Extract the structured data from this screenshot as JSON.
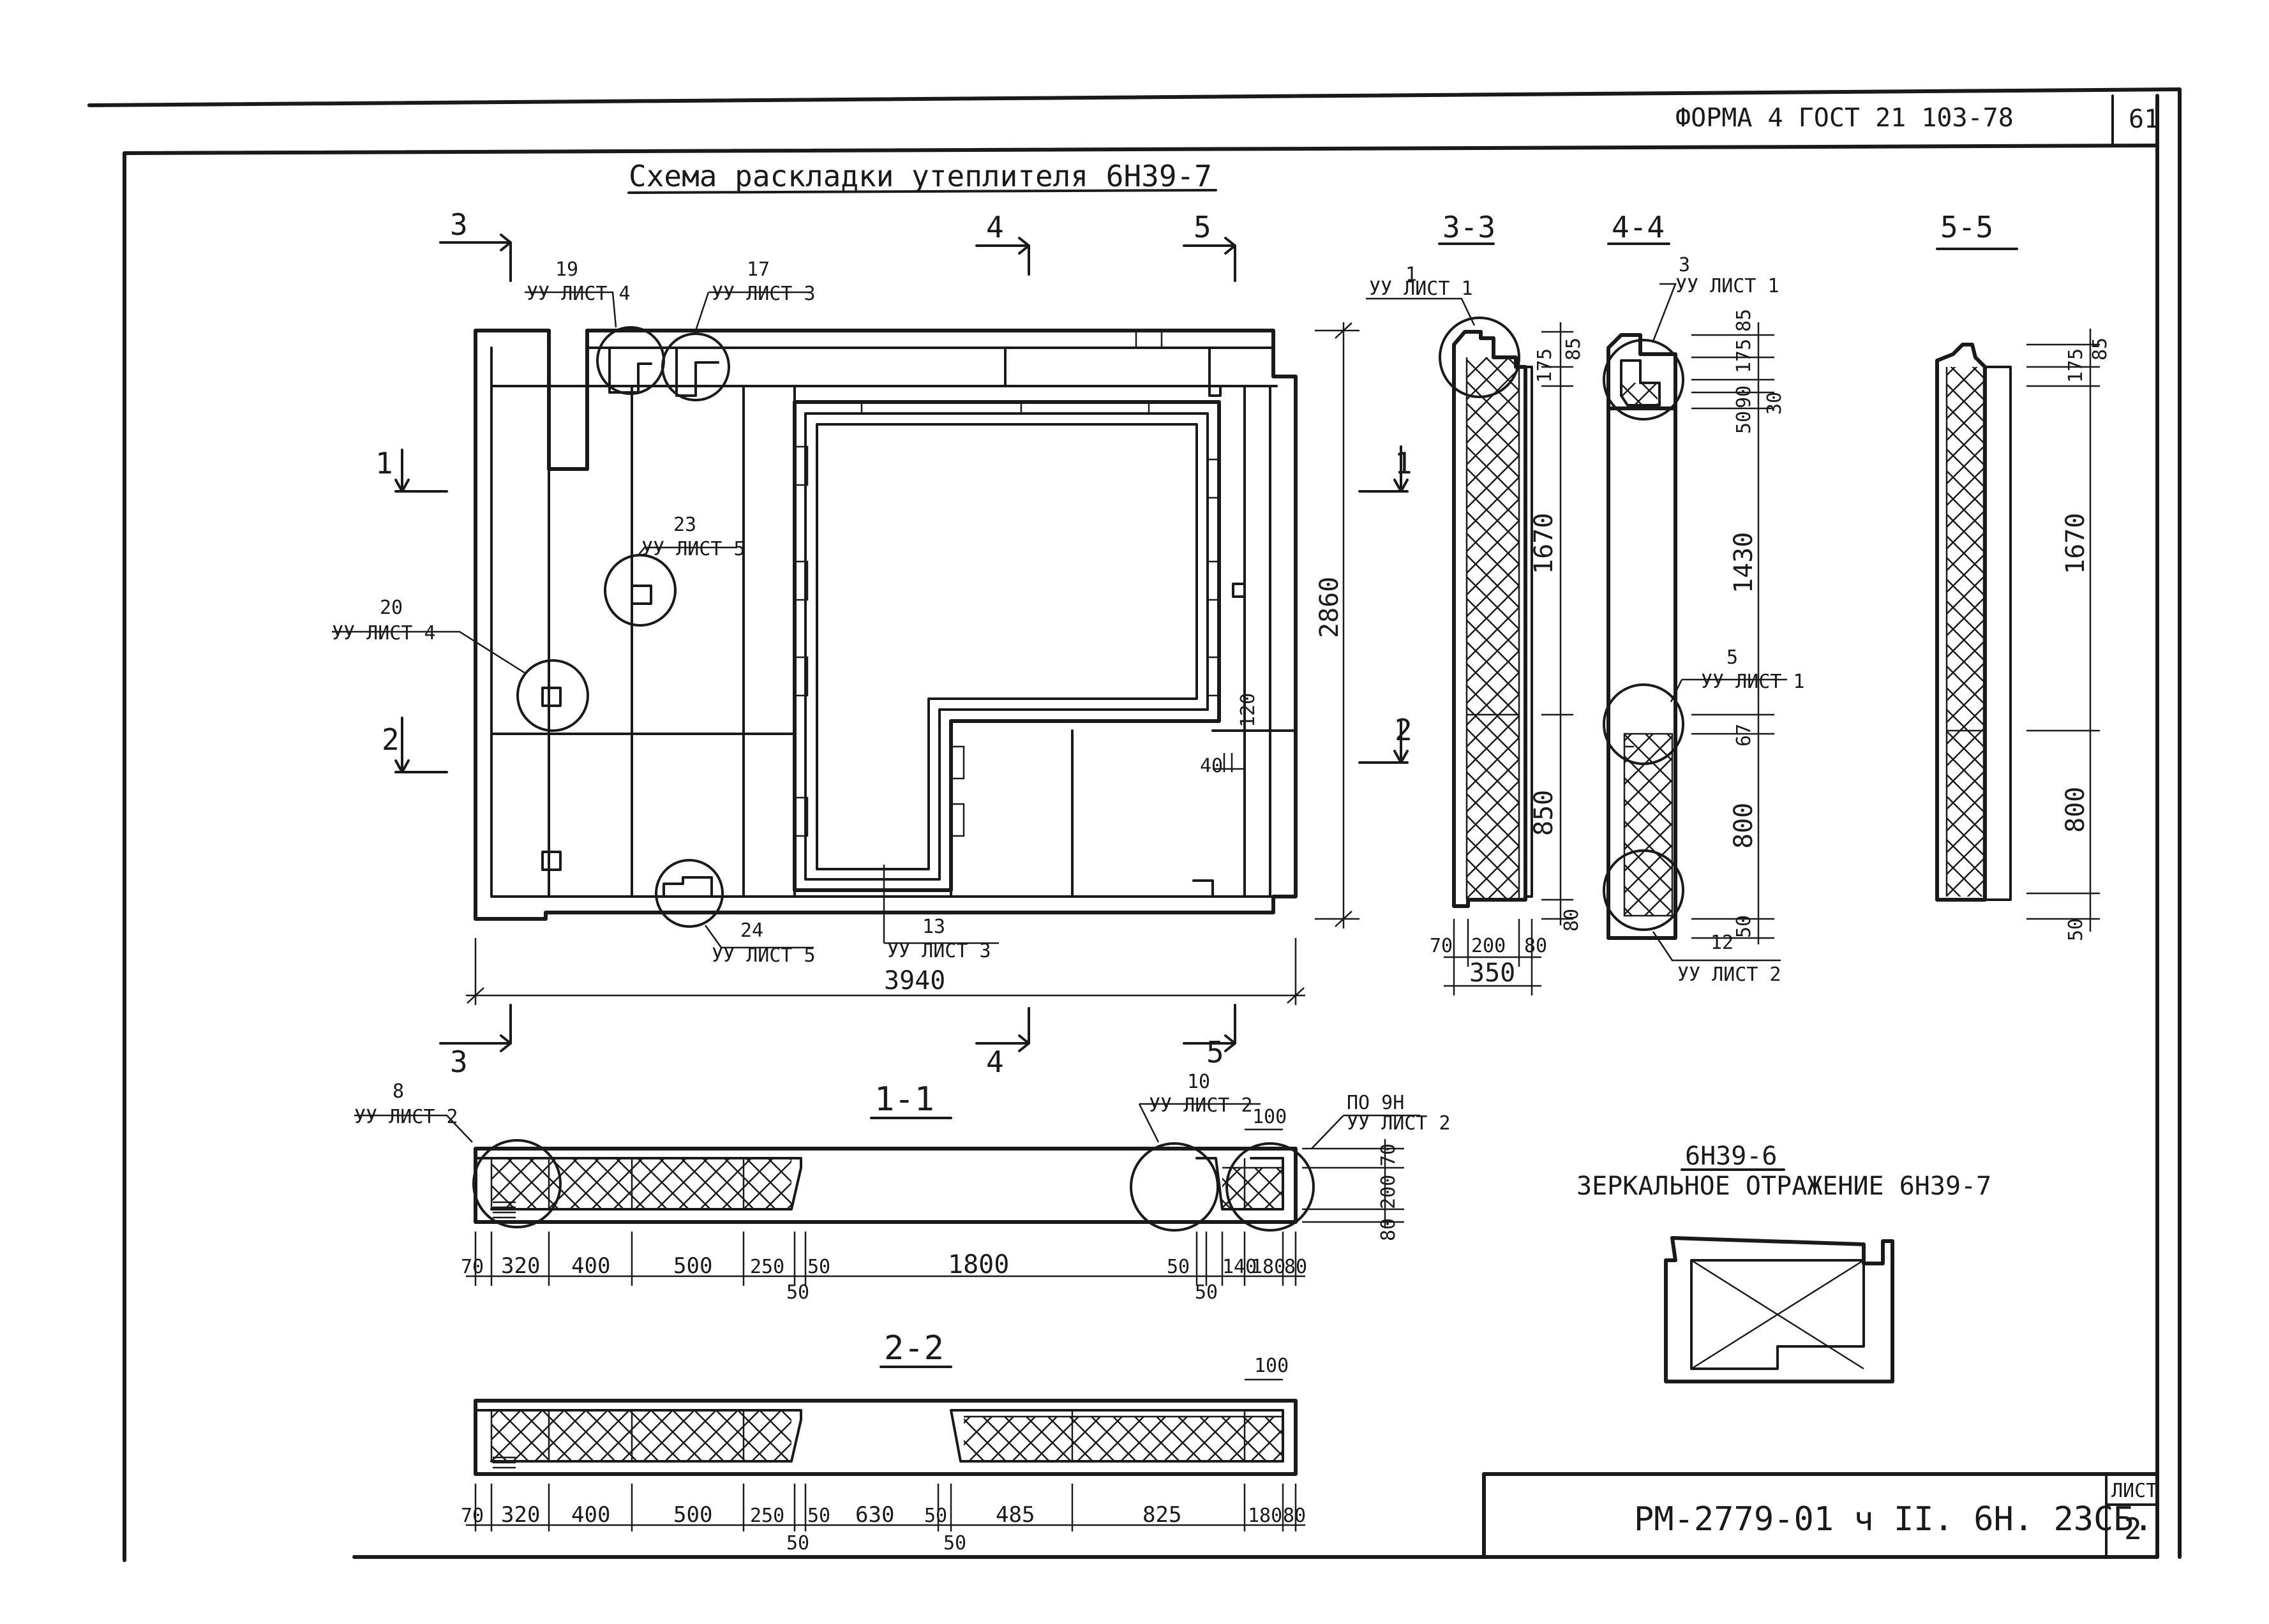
{
  "stamp": {
    "form": "ФОРМА 4 ГОСТ 21 103-78",
    "page_no": "61",
    "document_code": "РМ-2779-01 ч II. 6Н. 23СБ.",
    "sheet_label": "ЛИСТ",
    "sheet_no": "2"
  },
  "main": {
    "title": "Схема раскладки утеплителя 6Н39-7",
    "overall_width": "3940",
    "overall_height": "2860",
    "dim_40": "40",
    "dim_120": "120",
    "section_marks": {
      "s3": "3",
      "s4": "4",
      "s5": "5",
      "s1": "1",
      "s2": "2"
    },
    "callouts": {
      "c19": {
        "num": "19",
        "ref": "УУ ЛИСТ 4"
      },
      "c17": {
        "num": "17",
        "ref": "УУ ЛИСТ 3"
      },
      "c23": {
        "num": "23",
        "ref": "УУ ЛИСТ 5"
      },
      "c20": {
        "num": "20",
        "ref": "УУ ЛИСТ 4"
      },
      "c24": {
        "num": "24",
        "ref": "УУ ЛИСТ 5"
      },
      "c13": {
        "num": "13",
        "ref": "УУ ЛИСТ 3"
      }
    }
  },
  "sec33": {
    "title": "3-3",
    "callout": {
      "num": "1",
      "ref": "УУ ЛИСТ 1"
    },
    "dims_v": [
      "175",
      "85",
      "1670",
      "850",
      "80"
    ],
    "dims_h": [
      "70",
      "200",
      "80",
      "350"
    ]
  },
  "sec44": {
    "title": "4-4",
    "callout_top": {
      "num": "3",
      "ref": "УУ ЛИСТ 1"
    },
    "callout_mid": {
      "num": "5",
      "ref": "УУ ЛИСТ 1"
    },
    "callout_bot": {
      "num": "12",
      "ref": "УУ ЛИСТ 2"
    },
    "dims_v": [
      "175",
      "85",
      "90",
      "50",
      "30",
      "1430",
      "67",
      "800",
      "50"
    ]
  },
  "sec55": {
    "title": "5-5",
    "dims_v": [
      "175",
      "85",
      "1670",
      "800",
      "50"
    ]
  },
  "sec11": {
    "title": "1-1",
    "callout_left": {
      "num": "8",
      "ref": "УУ ЛИСТ 2"
    },
    "callout_mid": {
      "num": "10",
      "ref": "УУ ЛИСТ 2"
    },
    "callout_right": {
      "num": "ПО 9Н",
      "ref": "УУ ЛИСТ 2"
    },
    "dim_top": "100",
    "dims_right": [
      "70",
      "200",
      "80"
    ],
    "dims": [
      "70",
      "320",
      "400",
      "500",
      "250",
      "50",
      "1800",
      "50",
      "140",
      "180",
      "80"
    ],
    "dims_sub": [
      "50",
      "50"
    ]
  },
  "sec22": {
    "title": "2-2",
    "dim_top": "100",
    "dims": [
      "70",
      "320",
      "400",
      "500",
      "250",
      "50",
      "630",
      "50",
      "485",
      "825",
      "180",
      "80"
    ],
    "dims_sub": [
      "50",
      "50"
    ]
  },
  "mirror": {
    "label": "6Н39-6",
    "caption": "ЗЕРКАЛЬНОЕ ОТРАЖЕНИЕ 6Н39-7"
  }
}
